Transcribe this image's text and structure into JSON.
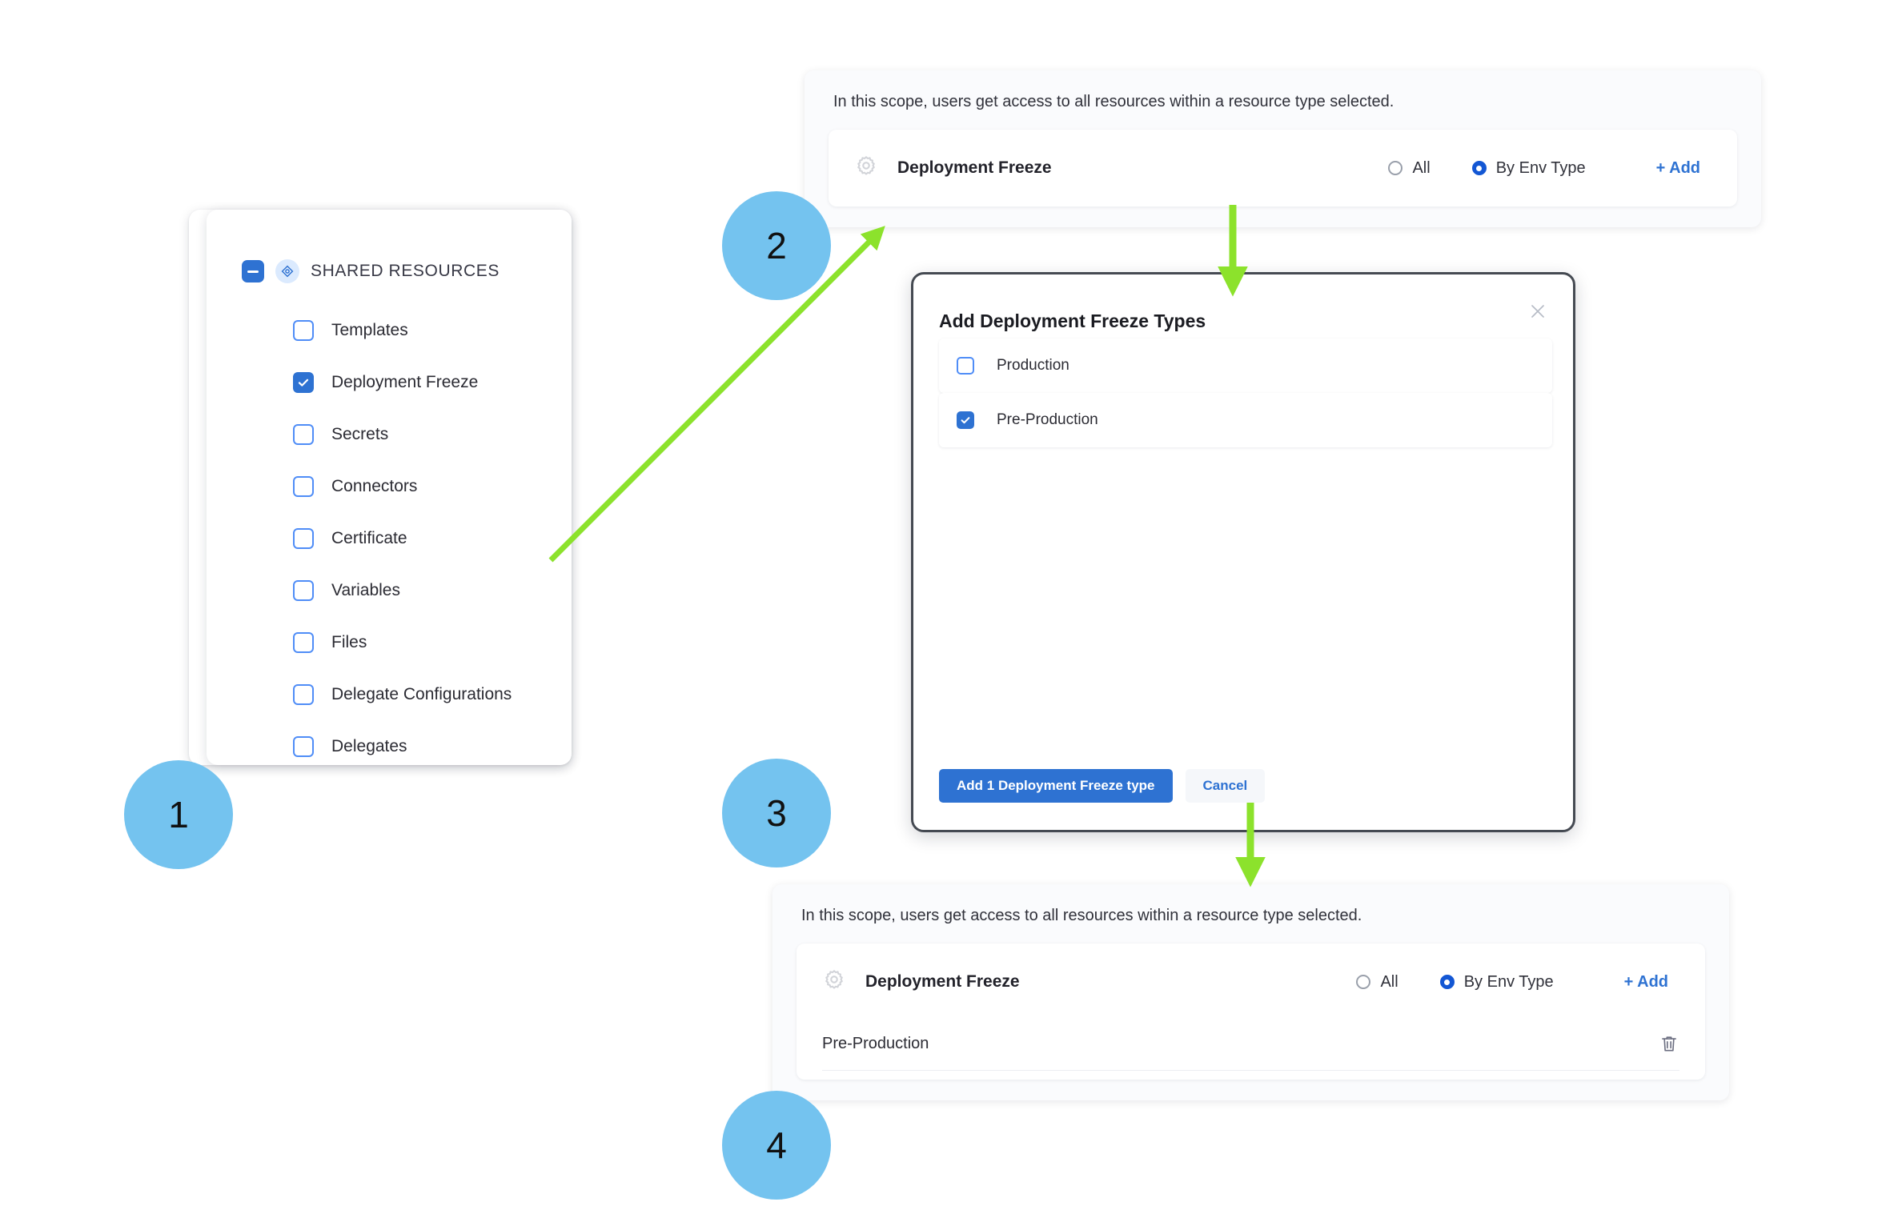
{
  "steps": [
    {
      "number": "1"
    },
    {
      "number": "2"
    },
    {
      "number": "3"
    },
    {
      "number": "4"
    }
  ],
  "colors": {
    "step_circle": "#74c3ef",
    "arrow": "#8ce22c",
    "accent_blue": "#2e72d2",
    "radio_selected": "#1357d4",
    "modal_border": "#454a52"
  },
  "sidebar": {
    "header": {
      "label": "SHARED RESOURCES",
      "checkbox_state": "indeterminate",
      "badge_icon": "resource-node-icon"
    },
    "items": [
      {
        "label": "Templates",
        "checked": false
      },
      {
        "label": "Deployment Freeze",
        "checked": true
      },
      {
        "label": "Secrets",
        "checked": false
      },
      {
        "label": "Connectors",
        "checked": false
      },
      {
        "label": "Certificate",
        "checked": false
      },
      {
        "label": "Variables",
        "checked": false
      },
      {
        "label": "Files",
        "checked": false
      },
      {
        "label": "Delegate Configurations",
        "checked": false
      },
      {
        "label": "Delegates",
        "checked": false
      }
    ]
  },
  "scope_panel_before": {
    "description": "In this scope, users get access to all resources within a resource type selected.",
    "resource_name": "Deployment Freeze",
    "resource_icon": "gear-icon",
    "options": [
      {
        "label": "All",
        "selected": false
      },
      {
        "label": "By Env Type",
        "selected": true
      }
    ],
    "add_label": "+ Add",
    "selected_items": []
  },
  "modal": {
    "title": "Add Deployment Freeze Types",
    "close_icon": "close-icon",
    "options": [
      {
        "label": "Production",
        "checked": false
      },
      {
        "label": "Pre-Production",
        "checked": true
      }
    ],
    "primary_button": "Add 1 Deployment Freeze type",
    "secondary_button": "Cancel"
  },
  "scope_panel_after": {
    "description": "In this scope, users get access to all resources within a resource type selected.",
    "resource_name": "Deployment Freeze",
    "resource_icon": "gear-icon",
    "options": [
      {
        "label": "All",
        "selected": false
      },
      {
        "label": "By Env Type",
        "selected": true
      }
    ],
    "add_label": "+ Add",
    "selected_items": [
      {
        "label": "Pre-Production",
        "delete_icon": "trash-icon"
      }
    ]
  }
}
